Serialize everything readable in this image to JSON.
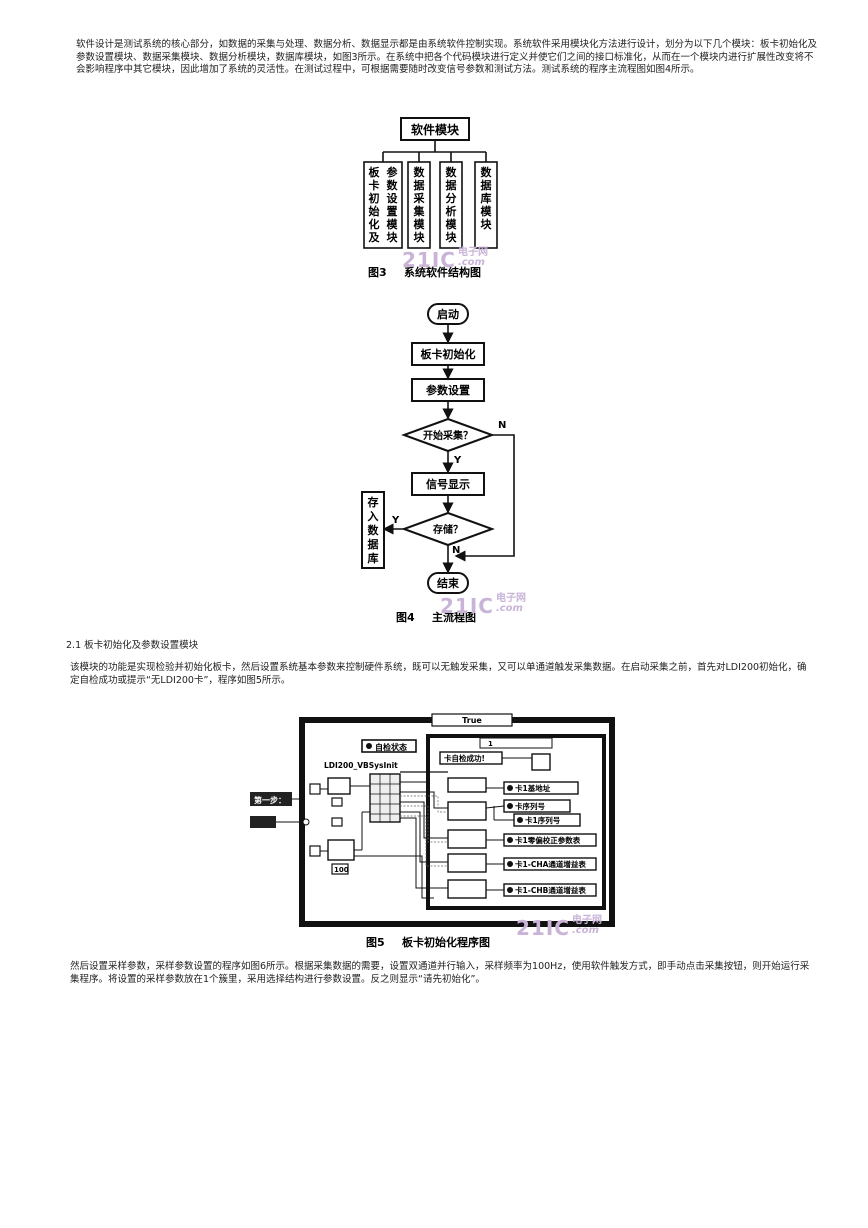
{
  "paragraphs": {
    "p1": "软件设计是测试系统的核心部分，如数据的采集与处理、数据分析、数据显示都是由系统软件控制实现。系统软件采用模块化方法进行设计，划分为以下几个模块：板卡初始化及参数设置模块、数据采集模块、数据分析模块，数据库模块，如图3所示。在系统中把各个代码模块进行定义并使它们之间的接口标准化，从而在一个模块内进行扩展性改变将不会影响程序中其它模块，因此增加了系统的灵活性。在测试过程中，可根据需要随时改变信号参数和测试方法。测试系统的程序主流程图如图4所示。",
    "heading_2_1": "2.1 板卡初始化及参数设置模块",
    "p2": "该模块的功能是实现检验并初始化板卡，然后设置系统基本参数来控制硬件系统，既可以无触发采集，又可以单通道触发采集数据。在启动采集之前，首先对LDI200初始化，确定自检成功或提示“无LDI200卡”，程序如图5所示。",
    "p3": "然后设置采样参数，采样参数设置的程序如图6所示。根据采集数据的需要，设置双通道并行输入，采样频率为100Hz，使用软件触发方式，即手动点击采集按钮，则开始运行采集程序。将设置的采样参数放在1个簇里，采用选择结构进行参数设置。反之则显示“请先初始化”。"
  },
  "figure3": {
    "root": "软件模块",
    "children": [
      "板卡初始化及参数设置模块",
      "数据采集模块",
      "数据分析模块",
      "数据库模块"
    ],
    "caption_num": "图3",
    "caption_text": "系统软件结构图"
  },
  "figure4": {
    "start": "启动",
    "init": "板卡初始化",
    "param": "参数设置",
    "decision1": "开始采集？",
    "signal": "信号显示",
    "decision2": "存储？",
    "store": "存入数据库",
    "end": "结束",
    "yes": "Y",
    "no": "N",
    "caption_num": "图4",
    "caption_text": "主流程图"
  },
  "figure5": {
    "case_true": "True",
    "inner_case": "1",
    "self_check": "自检状态",
    "vi_name": "LDI200_VBSysInit",
    "success_label": "卡自检成功!",
    "step_label": "第一步：",
    "value_100": "100",
    "out1": "卡1基地址",
    "out2": "卡序列号",
    "out3": "卡1序列号",
    "out4": "卡1零偏校正参数表",
    "out5": "卡1-CHA通道增益表",
    "out6": "卡1-CHB通道增益表",
    "caption_num": "图5",
    "caption_text": "板卡初始化程序图"
  },
  "watermark": {
    "digits": "21IC",
    "cn": "电子网",
    "com": ".com"
  }
}
